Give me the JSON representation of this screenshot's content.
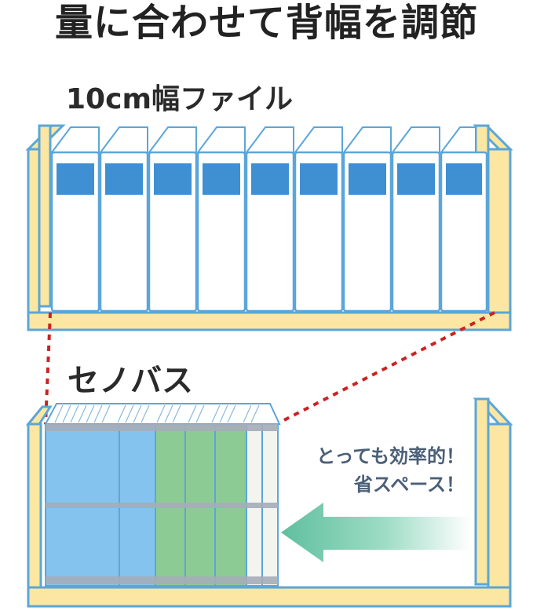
{
  "headline": "量に合わせて背幅を調節",
  "top_label": "10cm幅ファイル",
  "bottom_label": "セノバス",
  "message_line1": "とっても効率的！",
  "message_line2": "省スペース！",
  "colors": {
    "shelf_yellow": "#fbe7a1",
    "outline_blue": "#5ba6d9",
    "binder_blue": "#3f8fd3",
    "sheet_blue": "#84c3ee",
    "sheet_green": "#8ccb94",
    "dotted_red": "#cc2222",
    "arrow_green": "#6cc3a4"
  },
  "icons": [
    "arrow-left-icon"
  ]
}
